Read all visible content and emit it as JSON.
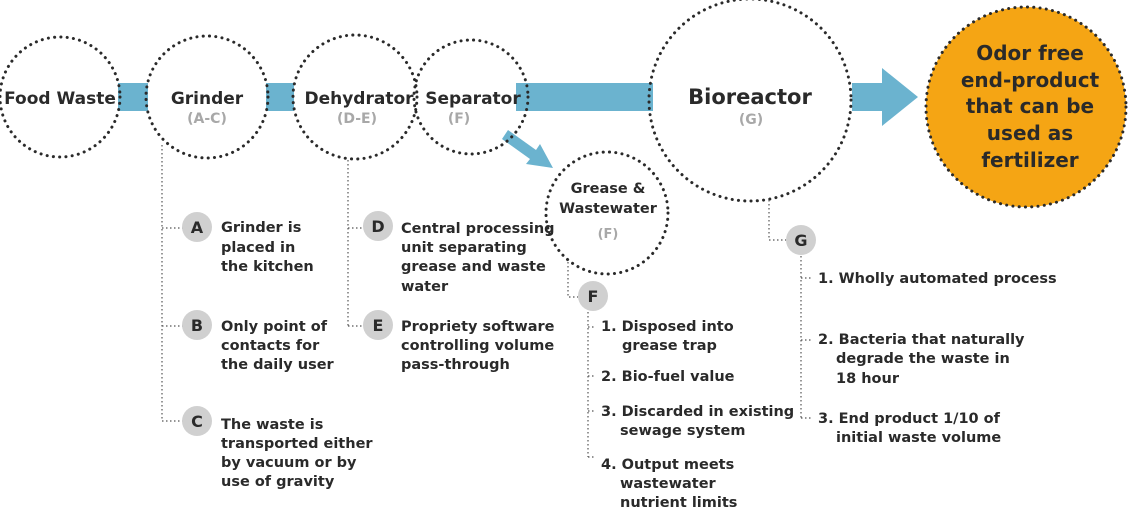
{
  "colors": {
    "connector": "#6bb3cf",
    "end_fill": "#f5a514",
    "badge_fill": "#d0d0d0",
    "code_text": "#a8a8a8",
    "text": "#2a2a2a"
  },
  "nodes": {
    "food_waste": {
      "label": "Food Waste"
    },
    "grinder": {
      "label": "Grinder",
      "code": "(A-C)"
    },
    "dehydrator": {
      "label": "Dehydrator",
      "code": "(D-E)"
    },
    "separator": {
      "label": "Separator",
      "code": "(F)"
    },
    "grease": {
      "label_line1": "Grease &",
      "label_line2": "Wastewater",
      "code": "(F)"
    },
    "bioreactor": {
      "label": "Bioreactor",
      "code": "(G)"
    },
    "end_product": {
      "lines": [
        "Odor free",
        "end-product",
        "that can be",
        "used as",
        "fertilizer"
      ]
    }
  },
  "steps": {
    "A": {
      "badge": "A",
      "lines": [
        "Grinder is",
        "placed in",
        "the kitchen"
      ]
    },
    "B": {
      "badge": "B",
      "lines": [
        "Only point of",
        "contacts for",
        "the daily user"
      ]
    },
    "C": {
      "badge": "C",
      "lines": [
        "The waste is",
        "transported either",
        "by vacuum or by",
        "use of gravity"
      ]
    },
    "D": {
      "badge": "D",
      "lines": [
        "Central processing",
        "unit separating",
        "grease and waste",
        "water"
      ]
    },
    "E": {
      "badge": "E",
      "lines": [
        "Propriety software",
        "controlling volume",
        "pass-through"
      ]
    },
    "F": {
      "badge": "F",
      "items": [
        {
          "lines": [
            "1. Disposed into",
            "grease trap"
          ]
        },
        {
          "lines": [
            "2. Bio-fuel value"
          ]
        },
        {
          "lines": [
            "3. Discarded in existing",
            "sewage system"
          ]
        },
        {
          "lines": [
            "4. Output meets",
            "wastewater",
            "nutrient limits"
          ]
        }
      ]
    },
    "G": {
      "badge": "G",
      "items": [
        {
          "lines": [
            "1. Wholly automated process"
          ]
        },
        {
          "lines": [
            "2. Bacteria that naturally",
            "degrade the waste in",
            "18 hour"
          ]
        },
        {
          "lines": [
            "3. End product 1/10 of",
            "initial waste volume"
          ]
        }
      ]
    }
  }
}
